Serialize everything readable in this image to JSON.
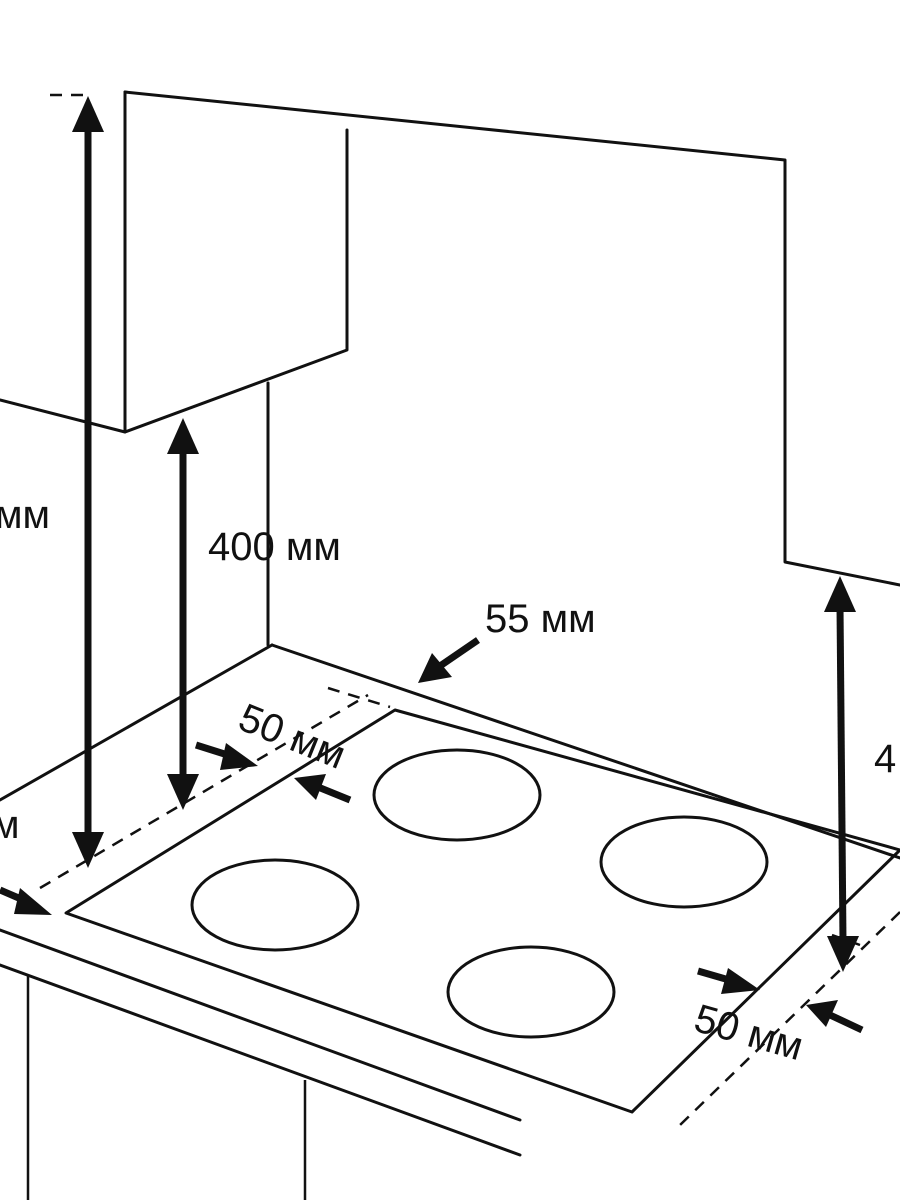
{
  "labels": {
    "hood_height_partial": "мм",
    "cabinet_clearance": "400 мм",
    "back_gap": "55 мм",
    "side_gap_left": "50 мм",
    "side_gap_right": "50 мм",
    "right_clearance_partial": "4",
    "left_edge_partial": "м"
  }
}
